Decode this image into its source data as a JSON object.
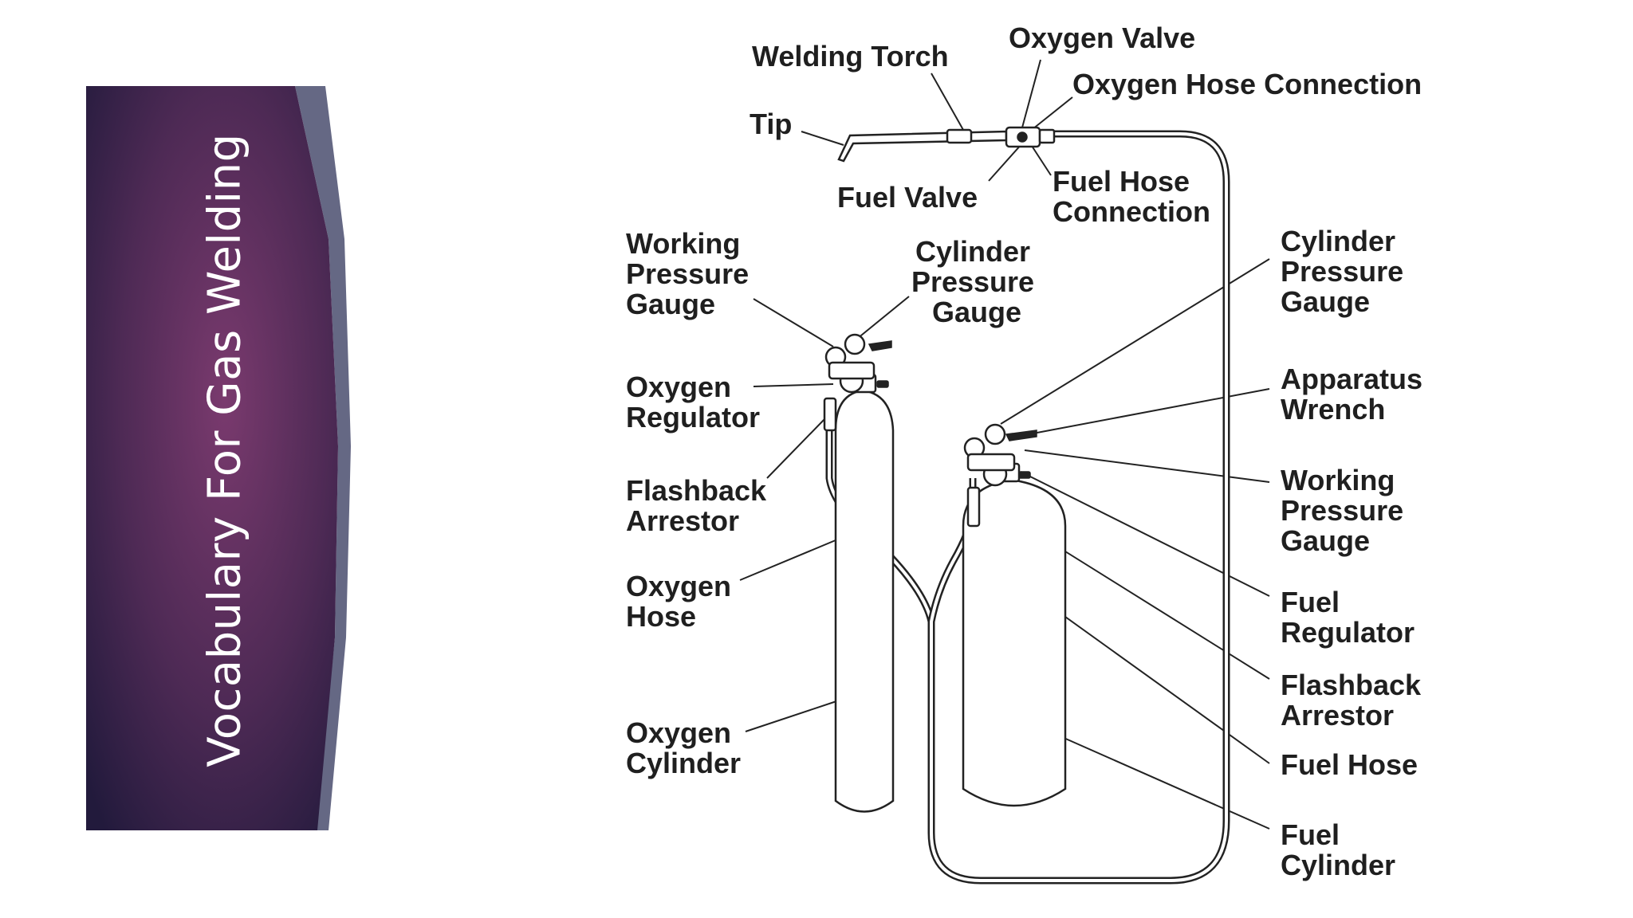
{
  "slide": {
    "title": "Vocabulary For Gas Welding",
    "panel_colors": {
      "center": "#7a3a6e",
      "edge": "#221a3c",
      "accent": "#4a4d6e"
    }
  },
  "diagram": {
    "labels": {
      "welding_torch": [
        "Welding Torch"
      ],
      "oxygen_valve": [
        "Oxygen Valve"
      ],
      "oxygen_hose_connection": [
        "Oxygen Hose Connection"
      ],
      "tip": [
        "Tip"
      ],
      "fuel_valve": [
        "Fuel Valve"
      ],
      "fuel_hose_connection": [
        "Fuel Hose",
        "Connection"
      ],
      "left_working_pressure_gauge": [
        "Working",
        "Pressure",
        "Gauge"
      ],
      "left_cylinder_pressure_gauge": [
        "Cylinder",
        "Pressure",
        "Gauge"
      ],
      "oxygen_regulator": [
        "Oxygen",
        "Regulator"
      ],
      "left_flashback_arrestor": [
        "Flashback",
        "Arrestor"
      ],
      "oxygen_hose": [
        "Oxygen",
        "Hose"
      ],
      "oxygen_cylinder": [
        "Oxygen",
        "Cylinder"
      ],
      "right_cylinder_pressure_gauge": [
        "Cylinder",
        "Pressure",
        "Gauge"
      ],
      "apparatus_wrench": [
        "Apparatus",
        "Wrench"
      ],
      "right_working_pressure_gauge": [
        "Working",
        "Pressure",
        "Gauge"
      ],
      "fuel_regulator": [
        "Fuel",
        "Regulator"
      ],
      "right_flashback_arrestor": [
        "Flashback",
        "Arrestor"
      ],
      "fuel_hose": [
        "Fuel Hose"
      ],
      "fuel_cylinder": [
        "Fuel",
        "Cylinder"
      ]
    }
  }
}
